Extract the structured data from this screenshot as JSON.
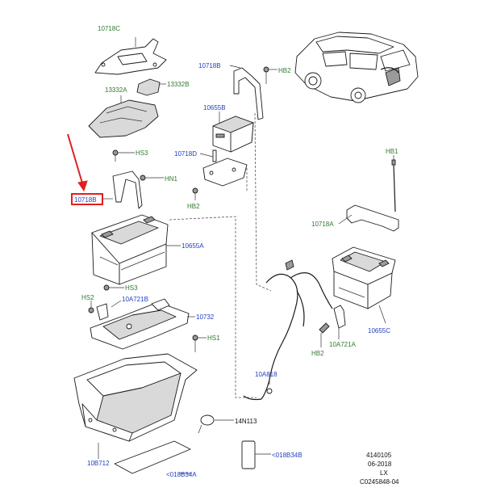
{
  "labels": {
    "l_10718C_top": "10718C",
    "l_13332A": "13332A",
    "l_13332B": "13332B",
    "l_HS3_a": "HS3",
    "l_HN1": "HN1",
    "l_10718B_hl": "10718B",
    "l_10655A": "10655A",
    "l_HS3_b": "HS3",
    "l_HS2": "HS2",
    "l_10A721B": "10A721B",
    "l_10732": "10732",
    "l_HS1": "HS1",
    "l_10B712": "10B712",
    "l_018B34A": "<018B34A",
    "l_14N113": "14N113",
    "l_10A818": "10A818",
    "l_018B34B": "<018B34B",
    "l_10718B_r": "10718B",
    "l_HB2_a": "HB2",
    "l_10655B": "10655B",
    "l_10718D": "10718D",
    "l_HB2_b": "HB2",
    "l_HB1": "HB1",
    "l_10718A": "10718A",
    "l_10655C": "10655C",
    "l_HB2_c": "HB2",
    "l_10A721A": "10A721A"
  },
  "footer": {
    "line1": "4140105",
    "line2": "06-2018",
    "line3": "LX",
    "line4": "C0245848-04"
  },
  "colors": {
    "callout_blue": "#1f3fbf",
    "callout_green": "#2f7a2f",
    "highlight_red": "#e02020"
  }
}
